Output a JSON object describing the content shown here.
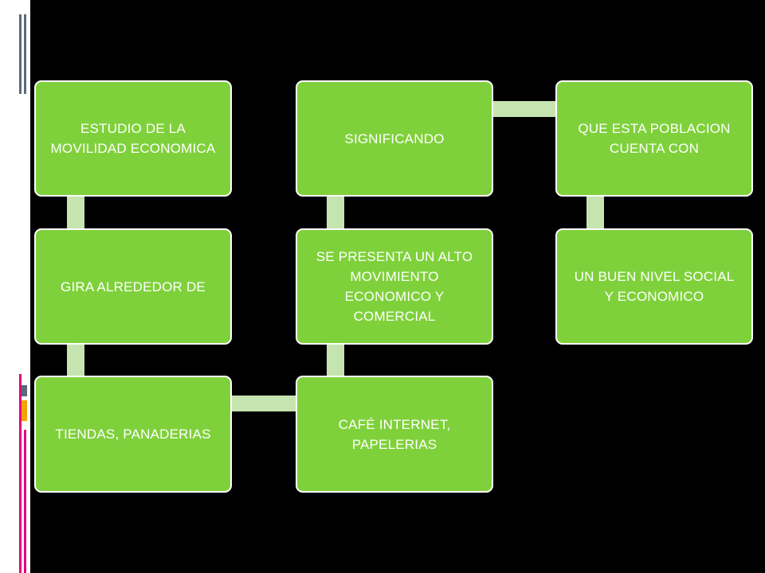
{
  "colors": {
    "background": "#000000",
    "box_fill": "#7fd13b",
    "box_border": "#ffffff",
    "connector": "#c6e4b0",
    "text": "#ffffff",
    "accent_pink": "#e5007e",
    "accent_orange": "#f5a300",
    "accent_gray": "#5a6a78"
  },
  "flow": {
    "nodes": [
      {
        "label": "ESTUDIO DE LA MOVILIDAD ECONOMICA"
      },
      {
        "label": "GIRA ALREDEDOR DE"
      },
      {
        "label": "TIENDAS, PANADERIAS"
      },
      {
        "label": "CAFÉ INTERNET, PAPELERIAS"
      },
      {
        "label": "SE PRESENTA  UN ALTO MOVIMIENTO ECONOMICO Y COMERCIAL"
      },
      {
        "label": "SIGNIFICANDO"
      },
      {
        "label": "QUE ESTA POBLACION CUENTA CON"
      },
      {
        "label": "UN BUEN NIVEL SOCIAL Y ECONOMICO"
      }
    ]
  }
}
